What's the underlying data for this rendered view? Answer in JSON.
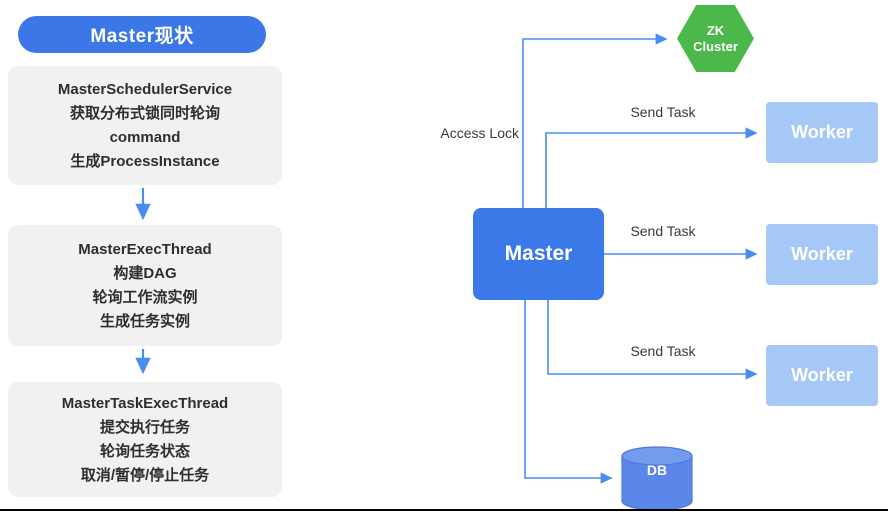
{
  "left_panel": {
    "title": "Master现状",
    "steps": [
      {
        "lines": [
          "MasterSchedulerService",
          "获取分布式锁同时轮询",
          "command",
          "生成ProcessInstance"
        ]
      },
      {
        "lines": [
          "MasterExecThread",
          "构建DAG",
          "轮询工作流实例",
          "生成任务实例"
        ]
      },
      {
        "lines": [
          "MasterTaskExecThread",
          "提交执行任务",
          "轮询任务状态",
          "取消/暂停/停止任务"
        ]
      }
    ]
  },
  "diagram": {
    "master_label": "Master",
    "zk_label": "ZK Cluster",
    "workers": [
      "Worker",
      "Worker",
      "Worker"
    ],
    "db_label": "DB",
    "edge_labels": {
      "access_lock": "Access Lock",
      "send_task_1": "Send Task",
      "send_task_2": "Send Task",
      "send_task_3": "Send Task"
    }
  },
  "colors": {
    "primary_blue": "#3b78e8",
    "light_blue_worker": "#a5c8f7",
    "connector_blue": "#4a8df0",
    "zk_green": "#4cb84c",
    "db_blue": "#5b86ea",
    "step_box_gray": "#f1f1f2",
    "label_text": "#3a3a3a"
  }
}
